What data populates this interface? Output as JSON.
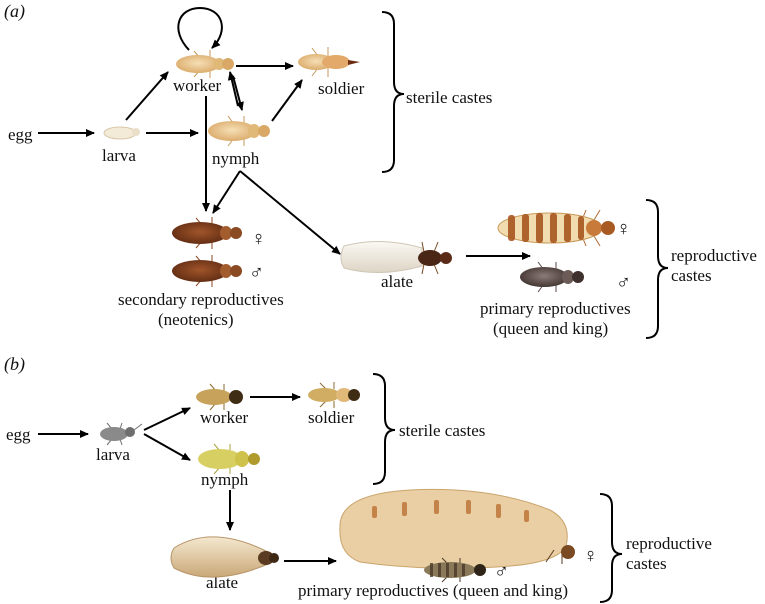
{
  "panel_a": {
    "label": "(a)",
    "nodes": {
      "egg": "egg",
      "larva": "larva",
      "worker": "worker",
      "nymph": "nymph",
      "soldier": "soldier",
      "alate": "alate",
      "secondary_line1": "secondary reproductives",
      "secondary_line2": "(neotenics)",
      "primary_line1": "primary reproductives",
      "primary_line2": "(queen and king)"
    },
    "groups": {
      "sterile": "sterile castes",
      "reproductive_line1": "reproductive",
      "reproductive_line2": "castes"
    },
    "symbols": {
      "female": "♀",
      "male": "♂"
    }
  },
  "panel_b": {
    "label": "(b)",
    "nodes": {
      "egg": "egg",
      "larva": "larva",
      "worker": "worker",
      "soldier": "soldier",
      "nymph": "nymph",
      "alate": "alate",
      "primary": "primary reproductives (queen and king)"
    },
    "groups": {
      "sterile": "sterile castes",
      "reproductive_line1": "reproductive",
      "reproductive_line2": "castes"
    },
    "symbols": {
      "female": "♀",
      "male": "♂"
    }
  },
  "colors": {
    "pale_termite": "#e7c38e",
    "dark_reproductive": "#7a3b1c",
    "queen_band": "#a8561f",
    "queen_body": "#f0dcae",
    "king": "#5a4a46",
    "b_worker": "#c7a25a",
    "b_nymph": "#d8cf62",
    "b_larva": "#8a8a8a",
    "alate_wing": "#ece6da",
    "b_queen": "#e9cfa3"
  }
}
